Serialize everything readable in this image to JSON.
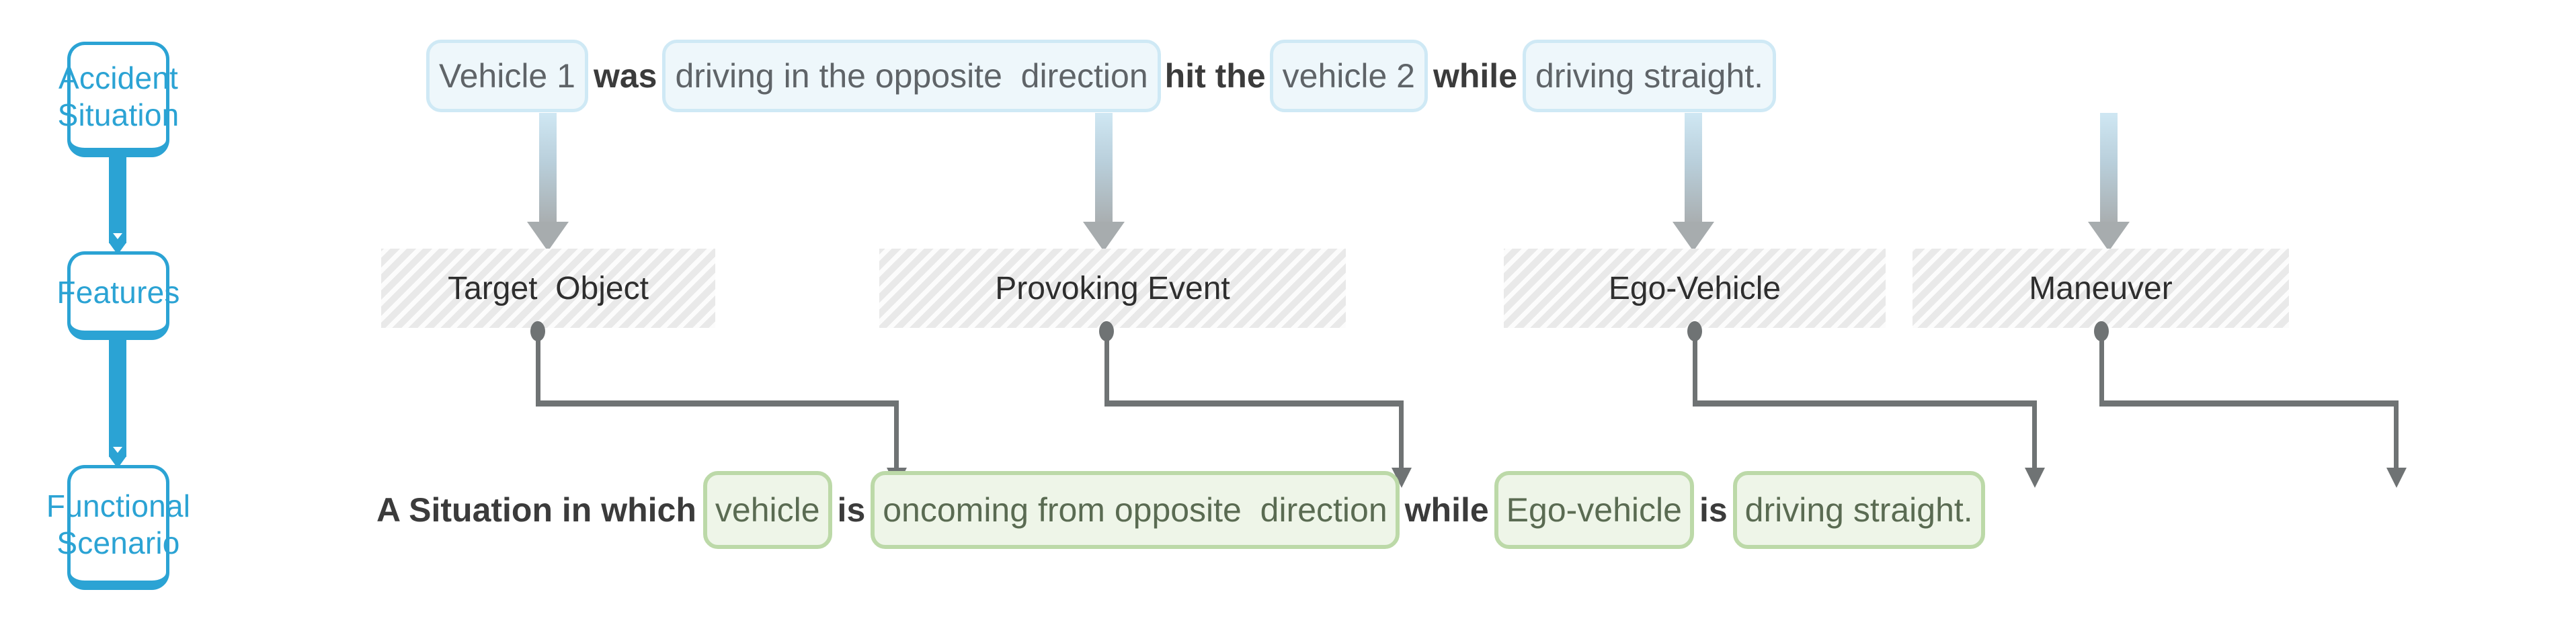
{
  "rail": {
    "items": [
      {
        "label": "Accident\nSituation",
        "name": "accident-situation"
      },
      {
        "label": "Features",
        "name": "features"
      },
      {
        "label": "Functional\nScenario",
        "name": "functional-scenario"
      }
    ]
  },
  "colors": {
    "rail_blue": "#2BA3D4",
    "chip_blue_fill": "#eef7fb",
    "chip_blue_border": "#cfe9f5",
    "chip_green_fill": "#eef5e8",
    "chip_green_border": "#bcd9a8",
    "hatch_gray": "#e9e9e9",
    "connector_gray": "#6f7374"
  },
  "accident_sentence": {
    "tokens": [
      {
        "text": "Vehicle 1",
        "boxed": true
      },
      {
        "text": "was",
        "boxed": false
      },
      {
        "text": "driving in the opposite  direction",
        "boxed": true
      },
      {
        "text": "hit the",
        "boxed": false
      },
      {
        "text": "vehicle 2",
        "boxed": true
      },
      {
        "text": "while",
        "boxed": false
      },
      {
        "text": "driving straight.",
        "boxed": true
      }
    ]
  },
  "features_row": {
    "boxes": [
      {
        "label": "Target  Object"
      },
      {
        "label": "Provoking Event"
      },
      {
        "label": "Ego-Vehicle"
      },
      {
        "label": "Maneuver"
      }
    ]
  },
  "functional_sentence": {
    "tokens": [
      {
        "text": "A Situation in which",
        "boxed": false
      },
      {
        "text": "vehicle",
        "boxed": true
      },
      {
        "text": "is",
        "boxed": false
      },
      {
        "text": "oncoming from opposite  direction",
        "boxed": true
      },
      {
        "text": "while",
        "boxed": false
      },
      {
        "text": "Ego-vehicle",
        "boxed": true
      },
      {
        "text": "is",
        "boxed": false
      },
      {
        "text": "driving straight.",
        "boxed": true
      }
    ]
  }
}
